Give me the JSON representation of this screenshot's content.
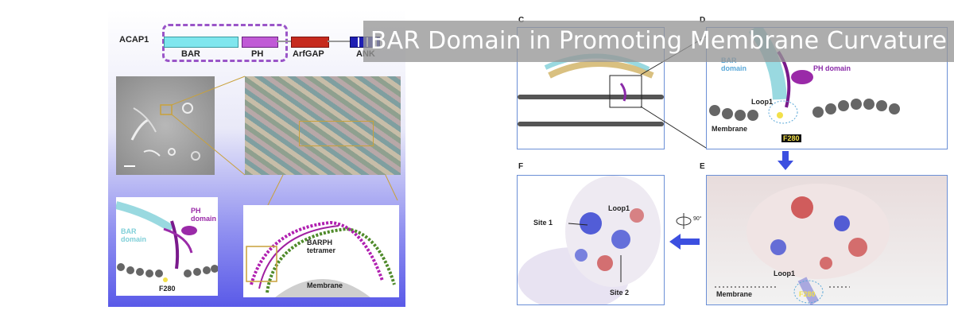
{
  "title": "BAR Domain in Promoting Membrane Curvature",
  "left_figure": {
    "protein": "ACAP1",
    "domains": [
      "BAR",
      "PH",
      "ArfGAP",
      "ANK"
    ],
    "inset_labels": {
      "bar_domain": "BAR domain",
      "ph_domain": "PH domain",
      "residue": "F280"
    },
    "tetramer_label": "BARPH tetramer",
    "membrane_label": "Membrane"
  },
  "right_figure": {
    "panel_letters": [
      "C",
      "D",
      "E",
      "F"
    ],
    "panel_d": {
      "bar_domain": "BAR domain",
      "ph_domain": "PH domain",
      "loop": "Loop1",
      "membrane": "Membrane",
      "residue": "F280"
    },
    "panel_e": {
      "loop": "Loop1",
      "membrane": "Membrane",
      "residue": "F280"
    },
    "panel_f": {
      "site1": "Site 1",
      "site2": "Site 2",
      "loop": "Loop1"
    },
    "rotation": "90°"
  },
  "colors": {
    "bar": "#7fe6ee",
    "ph": "#c05ad6",
    "arfgap": "#c62a1e",
    "ank": "#1e1eb4",
    "dashed_box": "#9a55c8",
    "arrow": "#3c4fe0",
    "panel_border": "#6b8fd6"
  }
}
